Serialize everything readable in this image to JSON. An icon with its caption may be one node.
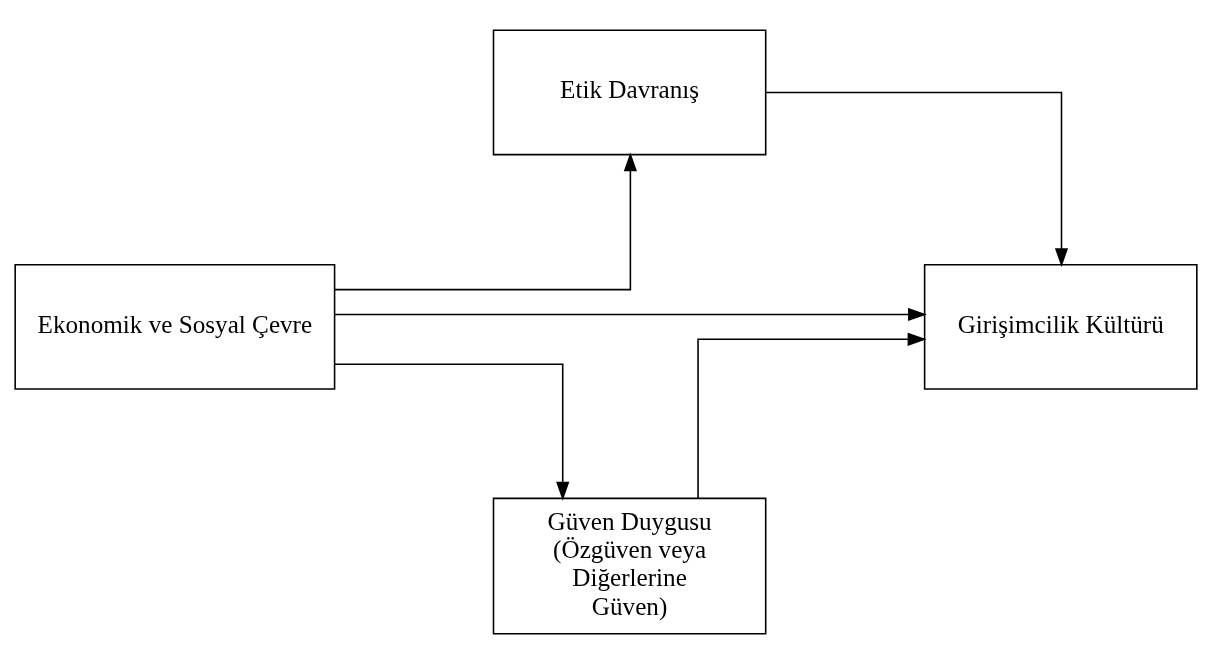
{
  "diagram": {
    "nodes": [
      {
        "text": [
          "Etik Davranış"
        ]
      },
      {
        "text": [
          "Ekonomik ve Sosyal Çevre"
        ]
      },
      {
        "text": [
          "Girişimcilik Kültürü"
        ]
      },
      {
        "text": [
          "Güven Duygusu (Özgüven veya Diğerlerine Güven)"
        ]
      }
    ],
    "edges": [
      {
        "from": 1,
        "to": 0,
        "arrow": "to"
      },
      {
        "from": 0,
        "to": 2,
        "arrow": "to"
      },
      {
        "from": 1,
        "to": 2,
        "arrow": "to"
      },
      {
        "from": 1,
        "to": 3,
        "arrow": "to"
      },
      {
        "from": 3,
        "to": 2,
        "arrow": "to"
      }
    ]
  }
}
